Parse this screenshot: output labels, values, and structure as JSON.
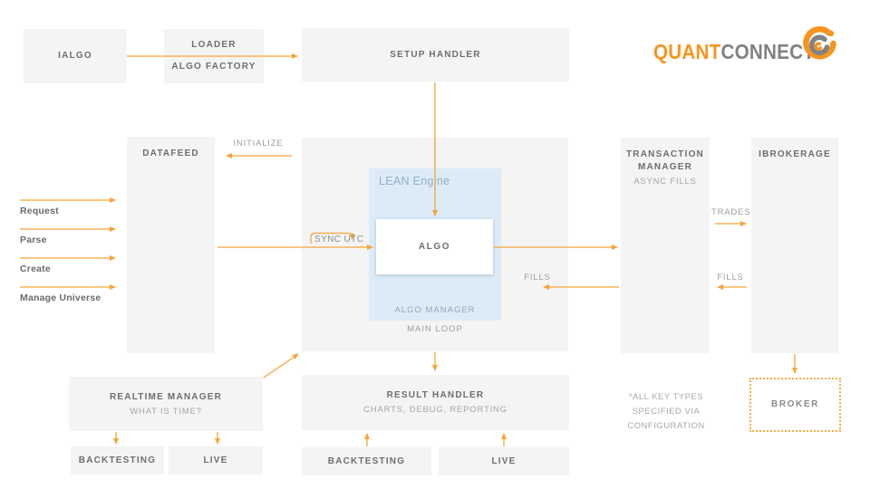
{
  "logo": {
    "part1": "QUANT",
    "part2": "CONNECT"
  },
  "colors": {
    "accent_orange": "#F7A338",
    "logo_orange": "#F7941E",
    "logo_gray": "#808285",
    "box_bg": "#F4F4F4",
    "lean_blue_bg": "#DCEBF7",
    "title_text": "#6E6E6E",
    "muted_text": "#A5A5A5",
    "lean_text": "#95AFC4"
  },
  "boxes": {
    "ialgo": {
      "title": "IALGO"
    },
    "loader": {
      "line1": "LOADER",
      "line2": "ALGO FACTORY"
    },
    "setup_handler": {
      "title": "SETUP HANDLER"
    },
    "datafeed": {
      "title": "DATAFEED"
    },
    "transaction_manager": {
      "title": "TRANSACTION MANAGER",
      "subtitle": "ASYNC FILLS"
    },
    "ibrokerage": {
      "title": "IBROKERAGE"
    },
    "realtime_manager": {
      "title": "REALTIME MANAGER",
      "subtitle": "WHAT IS TIME?"
    },
    "result_handler": {
      "title": "RESULT HANDLER",
      "subtitle": "CHARTS, DEBUG, REPORTING"
    },
    "backtesting_left": {
      "title": "BACKTESTING"
    },
    "live_left": {
      "title": "LIVE"
    },
    "backtesting_center": {
      "title": "BACKTESTING"
    },
    "live_center": {
      "title": "LIVE"
    },
    "broker": {
      "title": "BROKER"
    }
  },
  "lean": {
    "label": "LEAN Engine",
    "algo": "ALGO",
    "algo_manager": "ALGO MANAGER",
    "main_loop": "MAIN LOOP"
  },
  "labels": {
    "initialize": "INITIALIZE",
    "sync_utc": "SYNC UTC",
    "trades": "TRADES",
    "fills_tm": "FILLS",
    "fills_ib": "FILLS"
  },
  "flow_labels": {
    "request": "Request",
    "parse": "Parse",
    "create": "Create",
    "manage_universe": "Manage Universe"
  },
  "note": {
    "line1": "*ALL KEY TYPES SPECIFIED VIA",
    "line2": "CONFIGURATION"
  }
}
